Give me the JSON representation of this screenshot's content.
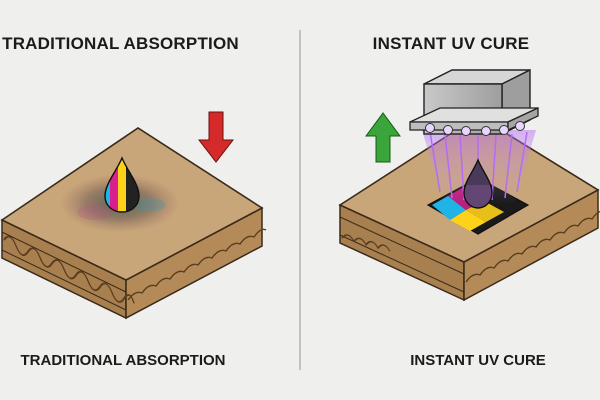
{
  "panels": [
    {
      "title": "TRADITIONAL ABSORPTION",
      "caption": "TRADITIONAL ABSORPTION",
      "arrow": {
        "direction": "down",
        "color": "#d52a2a"
      }
    },
    {
      "title": "INSTANT UV CURE",
      "caption": "INSTANT UV CURE",
      "arrow": {
        "direction": "up",
        "color": "#3aa53a"
      }
    }
  ],
  "colors": {
    "background": "#efefed",
    "board_top": "#c9a57a",
    "board_side": "#a8804f",
    "divider": "#b3b3b3",
    "uv_glow": "#b56cf2",
    "lamp_housing": "#b9b9b9",
    "ink_cyan": "#1fb3e6",
    "ink_magenta": "#d8208f",
    "ink_yellow": "#ffd21a",
    "ink_black": "#222222"
  },
  "icons": [
    "ink-droplet-icon",
    "down-arrow-icon",
    "up-arrow-icon",
    "uv-lamp-icon"
  ]
}
